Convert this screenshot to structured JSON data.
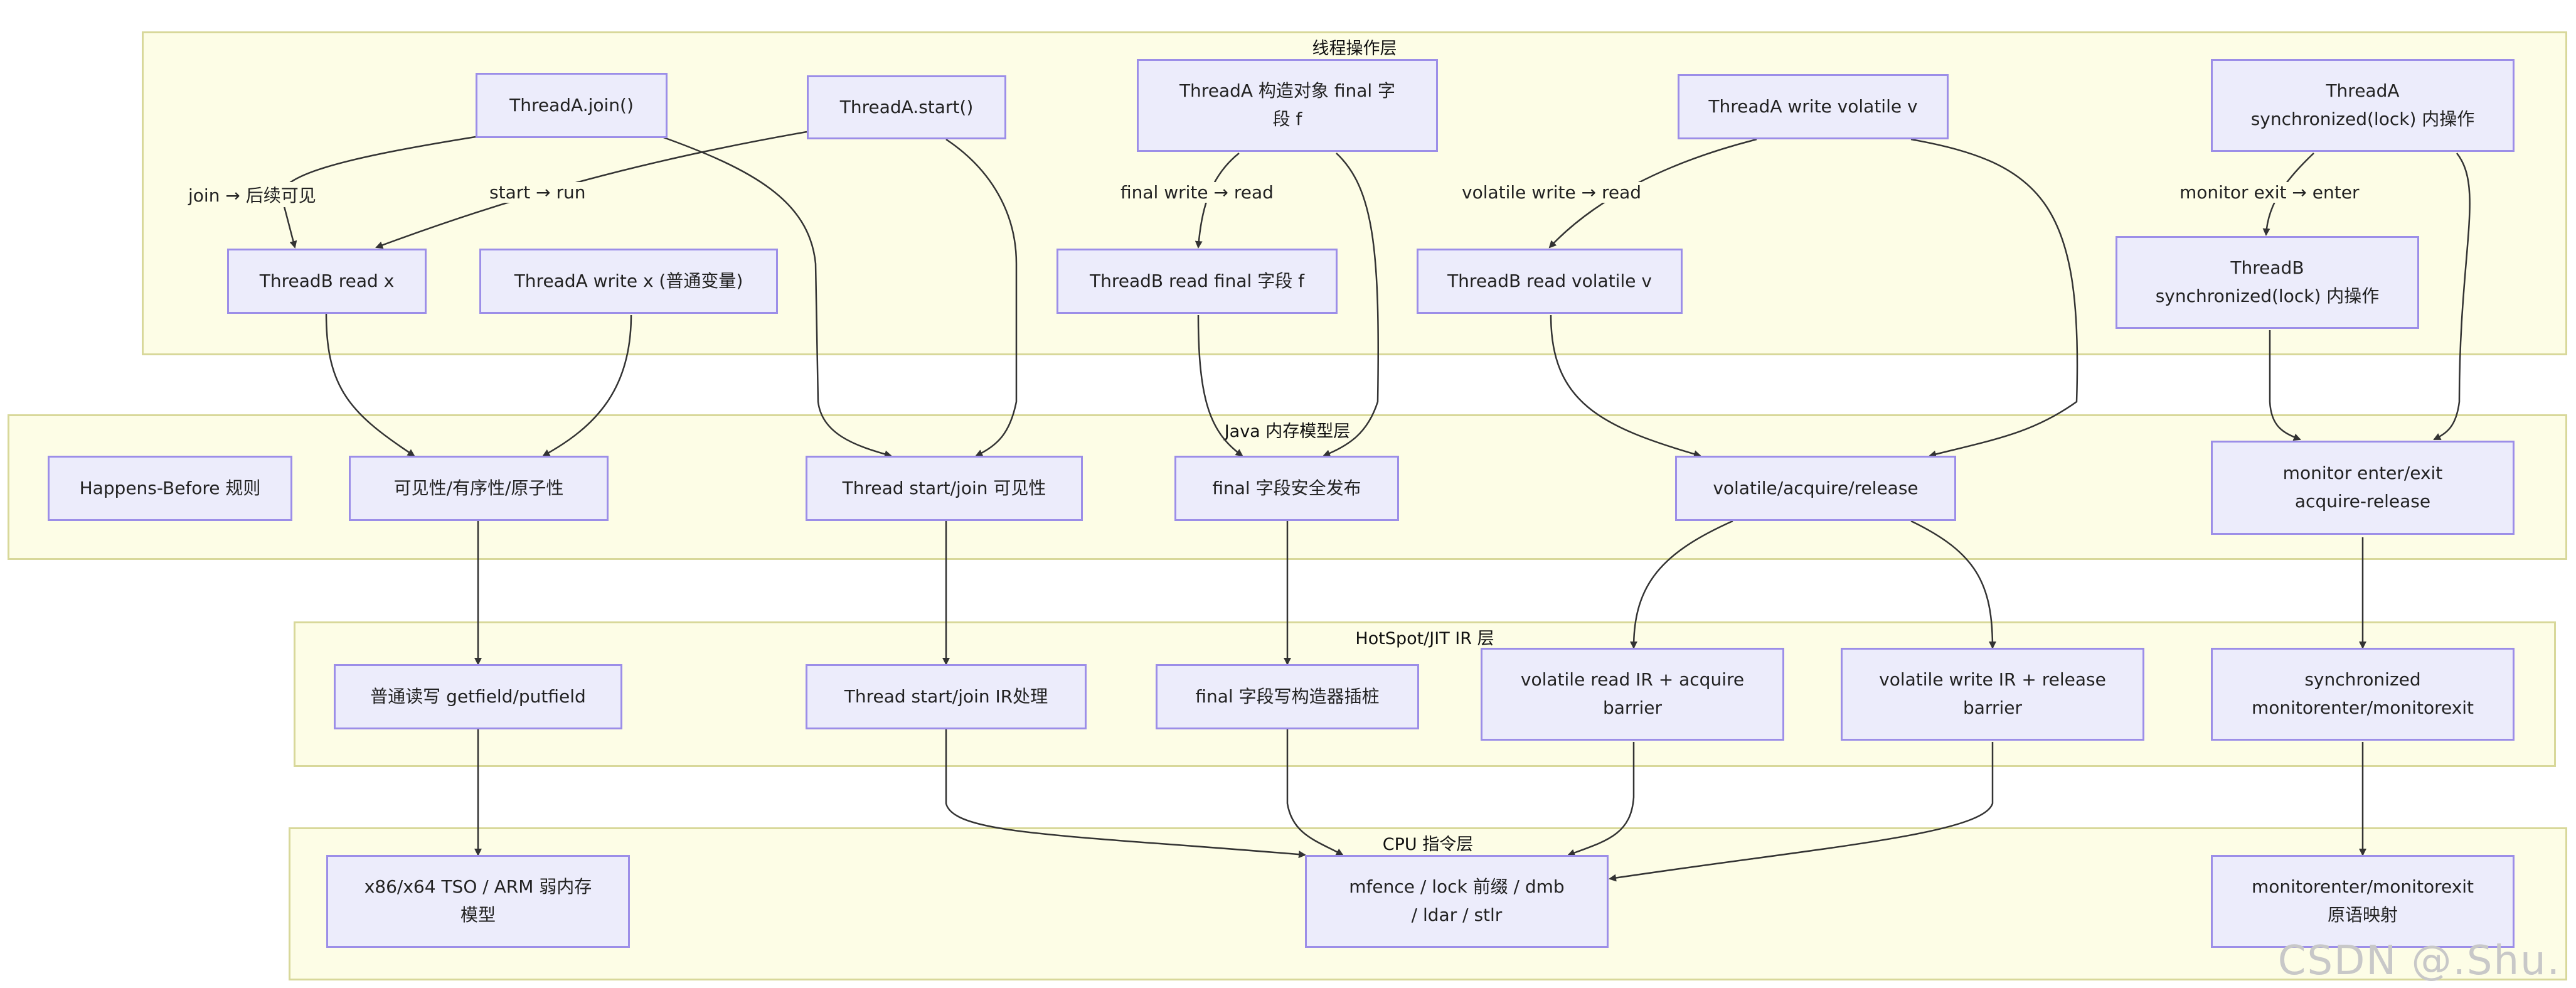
{
  "layers": {
    "thread_ops": "线程操作层",
    "jmm": "Java 内存模型层",
    "jit": "HotSpot/JIT IR 层",
    "cpu": "CPU 指令层"
  },
  "nodes": {
    "threadA_join": "ThreadA.join()",
    "threadA_start": "ThreadA.start()",
    "threadA_final_1": "ThreadA 构造对象 final 字",
    "threadA_final_2": "段 f",
    "threadA_volatile": "ThreadA write volatile v",
    "threadA_sync_1": "ThreadA",
    "threadA_sync_2": "synchronized(lock) 内操作",
    "threadB_read_x": "ThreadB read x",
    "threadA_write_x": "ThreadA write x (普通变量)",
    "threadB_read_final": "ThreadB read final 字段 f",
    "threadB_read_volatile": "ThreadB read volatile v",
    "threadB_sync_1": "ThreadB",
    "threadB_sync_2": "synchronized(lock) 内操作",
    "hb_rules": "Happens-Before 规则",
    "visibility": "可见性/有序性/原子性",
    "thread_start_join_vis": "Thread start/join 可见性",
    "final_safe_publish": "final 字段安全发布",
    "volatile_acq_rel": "volatile/acquire/release",
    "monitor_1": "monitor enter/exit",
    "monitor_2": "acquire-release",
    "getfield_putfield": "普通读写 getfield/putfield",
    "thread_ir": "Thread start/join IR处理",
    "final_ctor": "final 字段写构造器插桩",
    "vol_read_ir_1": "volatile read IR + acquire",
    "vol_read_ir_2": "barrier",
    "vol_write_ir_1": "volatile write IR + release",
    "vol_write_ir_2": "barrier",
    "sync_ir_1": "synchronized",
    "sync_ir_2": "monitorenter/monitorexit",
    "tso_1": "x86/x64 TSO / ARM 弱内存",
    "tso_2": "模型",
    "mfence_1": "mfence / lock 前缀 / dmb",
    "mfence_2": "/ ldar / stlr",
    "monitor_map_1": "monitorenter/monitorexit",
    "monitor_map_2": "原语映射"
  },
  "edge_labels": {
    "join": "join → 后续可见",
    "start": "start → run",
    "final": "final write → read",
    "volatile": "volatile write → read",
    "monitor": "monitor exit → enter"
  },
  "watermark": "CSDN @.Shu."
}
